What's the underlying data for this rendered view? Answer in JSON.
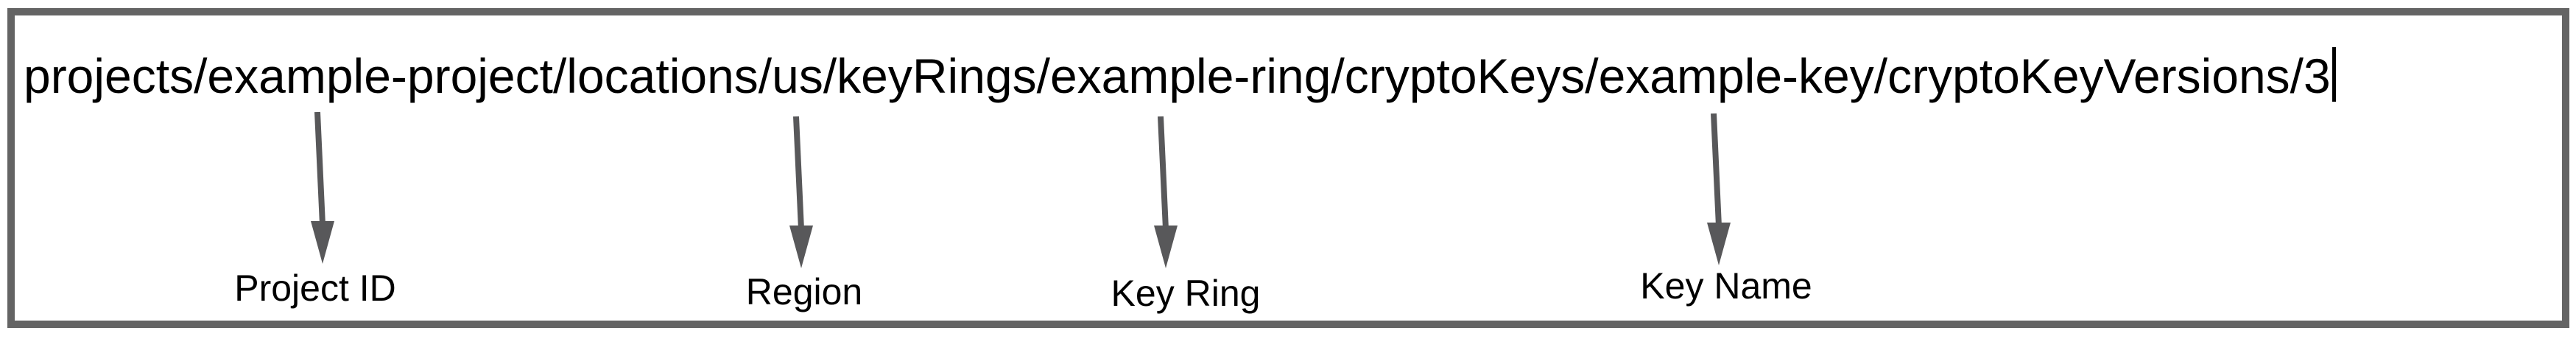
{
  "diagram": {
    "resource_path": "projects/example-project/locations/us/keyRings/example-ring/cryptoKeys/example-key/cryptoKeyVersions/3",
    "annotations": [
      {
        "label": "Project ID",
        "points_to": "example-project"
      },
      {
        "label": "Region",
        "points_to": "us"
      },
      {
        "label": "Key Ring",
        "points_to": "example-ring"
      },
      {
        "label": "Key Name",
        "points_to": "example-key"
      }
    ],
    "colors": {
      "arrow": "#58585a",
      "border": "#646464",
      "text": "#000000"
    }
  }
}
